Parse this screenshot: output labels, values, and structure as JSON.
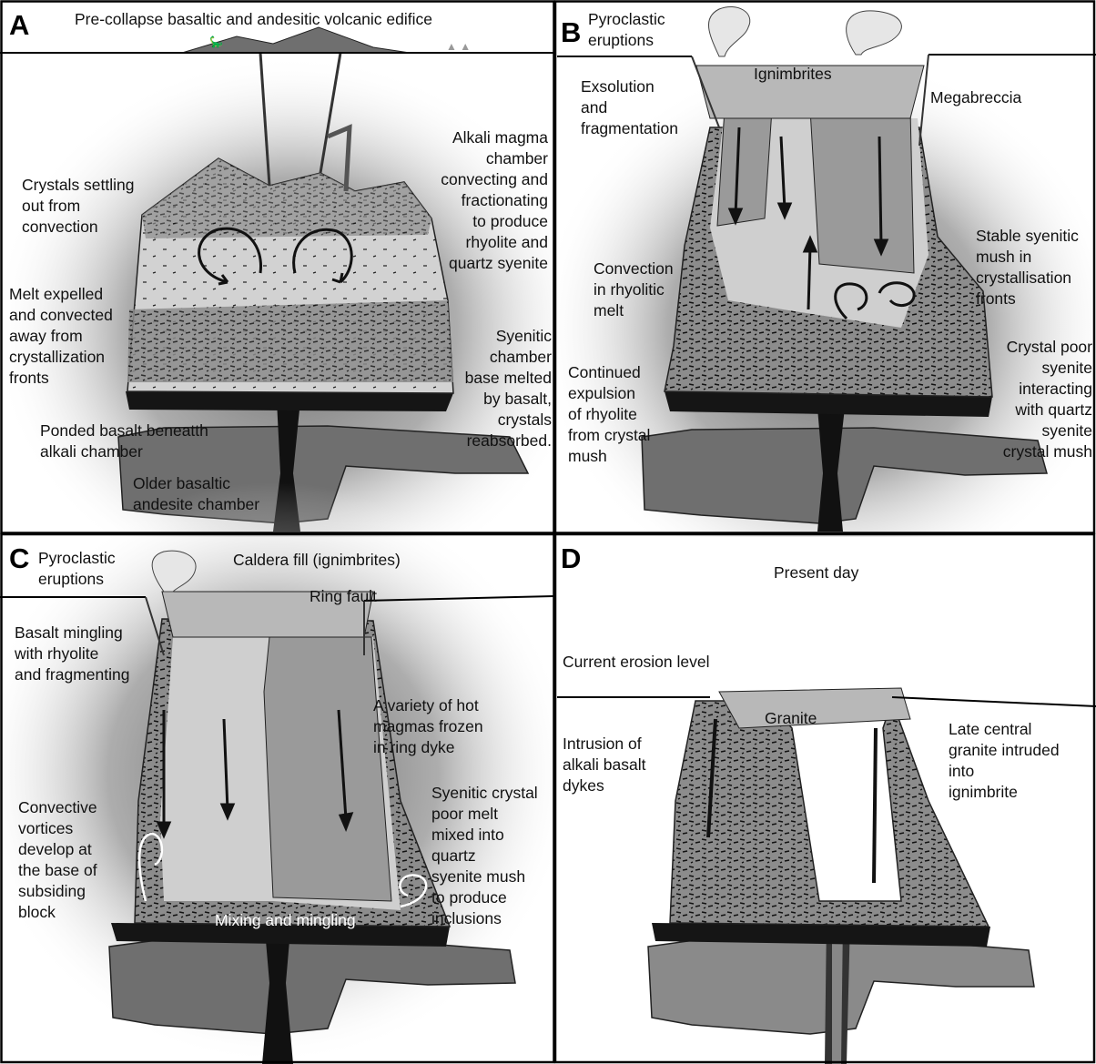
{
  "panels": {
    "a": {
      "letter": "A",
      "title": "Pre-collapse basaltic and andesitic volcanic edifice",
      "labels": {
        "crystals_settling": "Crystals settling\nout from\nconvection",
        "alkali_chamber": "Alkali magma\nchamber\nconvecting and\nfractionating\nto produce\nrhyolite and\nquartz syenite",
        "melt_expelled": "Melt expelled\nand convected\naway from\ncrystallization\nfronts",
        "syenitic_base": "Syenitic\nchamber\nbase melted\nby basalt,\ncrystals\nreabsorbed.",
        "ponded_basalt": "Ponded basalt beneatth\nalkali chamber",
        "older_chamber": "Older basaltic\nandesite chamber"
      }
    },
    "b": {
      "letter": "B",
      "labels": {
        "pyroclastic": "Pyroclastic\neruptions",
        "ignimbrites": "Ignimbrites",
        "exsolution": "Exsolution\nand\nfragmentation",
        "megabreccia": "Megabreccia",
        "stable_mush": "Stable syenitic\nmush in\ncrystallisation\nfronts",
        "convection": "Convection\nin rhyolitic\nmelt",
        "crystal_poor": "Crystal poor\nsyenite\ninteracting\nwith quartz\nsyenite\ncrystal mush",
        "continued": "Continued\nexpulsion\nof rhyolite\nfrom crystal\nmush"
      }
    },
    "c": {
      "letter": "C",
      "labels": {
        "pyroclastic": "Pyroclastic\neruptions",
        "caldera_fill": "Caldera fill (ignimbrites)",
        "ring_fault": "Ring fault",
        "basalt_mingling": "Basalt mingling\nwith rhyolite\nand fragmenting",
        "hot_magmas": "A variety of hot\nmagmas frozen\nin ring dyke",
        "vortices": "Convective\nvortices\ndevelop at\nthe base of\nsubsiding\nblock",
        "syenitic_melt": "Syenitic crystal\npoor melt\nmixed into\nquartz\nsyenite mush\nto produce\ninclusions",
        "mixing": "Mixing and mingling"
      }
    },
    "d": {
      "letter": "D",
      "labels": {
        "present_day": "Present day",
        "erosion_level": "Current erosion level",
        "granite": "Granite",
        "intrusion": "Intrusion of\nalkali basalt\ndykes",
        "late_granite": "Late central\ngranite intruded\ninto\nignimbrite"
      }
    }
  },
  "colors": {
    "border": "#000000",
    "chamber_fill": "#cfcfcf",
    "crystal_mush": "#3a3a3a",
    "basalt": "#151515",
    "old_chamber": "#6f6f6f",
    "caldera_block": "#9a9a9a",
    "halo": "#7a7a7a"
  }
}
